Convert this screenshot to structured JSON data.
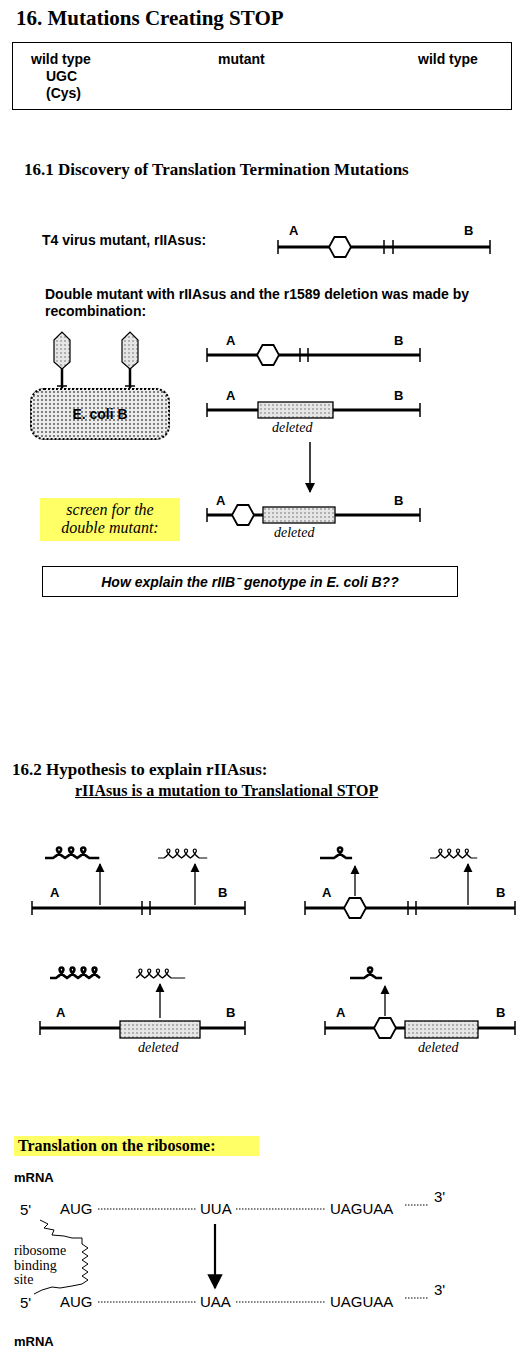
{
  "diagram": {
    "title": "16. Mutations Creating STOP",
    "nodes": [
      {
        "text": [
          "wild type",
          "UGC (Cys)",
          "mutant",
          "wild type"
        ]
      },
      {
        "text": [
          "E. coli B"
        ]
      },
      {
        "text": [
          "screen for the double mutant:"
        ]
      },
      {
        "text": [
          "How explain the rIIB⁻ genotype in E. coli B??"
        ]
      },
      {
        "text": [
          "Translation on the ribosome:"
        ]
      }
    ],
    "labels": [
      "16.1 Discovery of Translation Termination Mutations",
      "T4 virus mutant, rIIAsus:",
      "A",
      "B",
      "Double mutant with rIIAsus and the r1589 deletion was made by recombination:",
      "A",
      "B",
      "A",
      "B",
      "deleted",
      "A",
      "B",
      "deleted",
      "16.2 Hypothesis to explain rIIAsus:",
      "rIIAsus is a mutation to Translational STOP",
      "A",
      "B",
      "A",
      "B",
      "A",
      "B",
      "deleted",
      "A",
      "B",
      "deleted",
      "mRNA",
      "5'",
      "AUG",
      "UUA",
      "UAGUAA",
      "3'",
      "ribosome binding site",
      "5'",
      "AUG",
      "UAA",
      "UAGUAA",
      "3'",
      "mRNA"
    ]
  }
}
